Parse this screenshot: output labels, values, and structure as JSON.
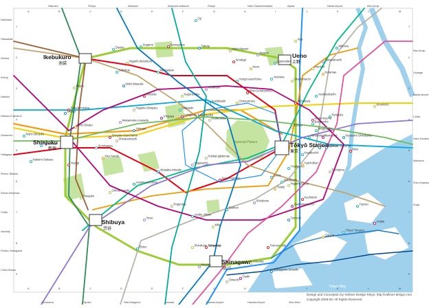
{
  "colors": {
    "yamanote": "#9acd32",
    "chuo": "#f39c12",
    "sobu": "#f5d000",
    "keihin": "#1e90ff",
    "saikyo": "#2e8b57",
    "marunouchi": "#e60012",
    "ginza": "#f39800",
    "hibiya": "#b5b5ac",
    "tozai": "#00a7db",
    "chiyoda": "#00bb85",
    "yurakucho": "#c1a470",
    "hanzomon": "#8f76d6",
    "namboku": "#00ac9b",
    "fukutoshin": "#9c5e31",
    "oedo": "#b6007a",
    "asakusa": "#e85298",
    "mita": "#0079c2",
    "shinjuku": "#6cbb5a",
    "water": "#9fd0ec",
    "park": "#c5e3a1"
  },
  "hubs": {
    "ikebukuro": {
      "en": "Ikebukuro",
      "jp": "池袋"
    },
    "ueno": {
      "en": "Ueno",
      "jp": "上野"
    },
    "shinjuku": {
      "en": "Shinjuku",
      "jp": "新宿"
    },
    "tokyo": {
      "en": "Tōkyō Station",
      "jp": "東京"
    },
    "shibuya": {
      "en": "Shibuya",
      "jp": "渋谷"
    },
    "shinagawa": {
      "en": "Shinagawa",
      "jp": "品川"
    }
  },
  "areas": {
    "imperial_palace": "Imperial Palace",
    "tokyo_bay": "Tokyo Bay"
  },
  "grid": {
    "columns": [
      "A",
      "B",
      "C",
      "D",
      "E",
      "F",
      "G",
      "H",
      "I",
      "J",
      "K",
      "L",
      "M"
    ],
    "rows": [
      "1",
      "2",
      "3",
      "4",
      "5",
      "6",
      "7",
      "8",
      "9"
    ]
  },
  "stations": [
    {
      "name": "Mejiro"
    },
    {
      "name": "Takadanobaba"
    },
    {
      "name": "Shin-Ōkubo"
    },
    {
      "name": "Ōtsuka"
    },
    {
      "name": "Sugamo"
    },
    {
      "name": "Komagome"
    },
    {
      "name": "Tabata"
    },
    {
      "name": "Nishi-Nippori"
    },
    {
      "name": "Nippori"
    },
    {
      "name": "Uguisudani"
    },
    {
      "name": "Okachimachi"
    },
    {
      "name": "Akihabara"
    },
    {
      "name": "Kanda"
    },
    {
      "name": "Yūrakuchō"
    },
    {
      "name": "Shimbashi"
    },
    {
      "name": "Hamamatsuchō"
    },
    {
      "name": "Tamachi"
    },
    {
      "name": "Gotanda"
    },
    {
      "name": "Meguro"
    },
    {
      "name": "Ebisu"
    },
    {
      "name": "Harajuku"
    },
    {
      "name": "Yoyogi"
    },
    {
      "name": "Ochanomizu"
    },
    {
      "name": "Suidōbashi"
    },
    {
      "name": "Iidabashi"
    },
    {
      "name": "Ichigaya"
    },
    {
      "name": "Yotsuya"
    },
    {
      "name": "Shinanomachi"
    },
    {
      "name": "Sendagaya"
    },
    {
      "name": "Ryōgoku"
    },
    {
      "name": "Kinshichō"
    },
    {
      "name": "Kiba"
    },
    {
      "name": "Tsukiji"
    },
    {
      "name": "Ginza"
    },
    {
      "name": "Nihombashi"
    },
    {
      "name": "Kasumigaseki"
    },
    {
      "name": "Akasaka-mitsuke"
    },
    {
      "name": "Roppongi"
    },
    {
      "name": "Hiroo"
    },
    {
      "name": "Azabu-Jūban"
    },
    {
      "name": "Shirokane-Takanawa"
    },
    {
      "name": "Tennozu Isle"
    },
    {
      "name": "Odaiba"
    },
    {
      "name": "Tōkyō Teleport"
    },
    {
      "name": "Toyosu"
    },
    {
      "name": "Ariake"
    },
    {
      "name": "Monzen-Nakachō"
    },
    {
      "name": "Kudanshita"
    },
    {
      "name": "Kōrakuen"
    },
    {
      "name": "Hongō-sanchōme"
    },
    {
      "name": "Kagurazaka"
    },
    {
      "name": "Waseda"
    },
    {
      "name": "Higashi-Ikebukuro"
    },
    {
      "name": "Gokokuji"
    },
    {
      "name": "Myōgadani"
    },
    {
      "name": "Ushigome-Kagurazaka"
    },
    {
      "name": "Nishi-Waseda"
    },
    {
      "name": "Kokkai-gijidomae"
    },
    {
      "name": "Nagatachō"
    },
    {
      "name": "Aoyama-itchōme"
    },
    {
      "name": "Omote-sandō"
    },
    {
      "name": "Shin-Ochanomizu"
    },
    {
      "name": "Kuramae"
    },
    {
      "name": "Asakusabashi"
    },
    {
      "name": "Bakurochō"
    },
    {
      "name": "Hamachō"
    },
    {
      "name": "Kiyosumi-Shirakawa"
    },
    {
      "name": "Etchūjima"
    },
    {
      "name": "Shiodome"
    },
    {
      "name": "Daimon"
    },
    {
      "name": "Mita"
    },
    {
      "name": "Sengakuji"
    },
    {
      "name": "Kita-Sando"
    },
    {
      "name": "Tochōmae"
    },
    {
      "name": "Nishi-Shinjuku"
    },
    {
      "name": "Shinjuku-Sanchōme"
    },
    {
      "name": "Ōkubo"
    },
    {
      "name": "Higashi-Shinjuku"
    },
    {
      "name": "Wakamatsu-Kawada"
    },
    {
      "name": "Nakano-Sakaue"
    },
    {
      "name": "Higashi-Ginza"
    },
    {
      "name": "Kachidoki"
    },
    {
      "name": "Hatchōbori"
    },
    {
      "name": "Kayabachō"
    },
    {
      "name": "Ningyōchō"
    },
    {
      "name": "Kodenmachō"
    },
    {
      "name": "Suitengūmae"
    },
    {
      "name": "Inarichō"
    },
    {
      "name": "Tawaramachi"
    },
    {
      "name": "Minowa"
    },
    {
      "name": "Iriya"
    },
    {
      "name": "Sendagi"
    },
    {
      "name": "Nezu"
    },
    {
      "name": "Yushima"
    },
    {
      "name": "Ōji"
    },
    {
      "name": "Ōsaki"
    },
    {
      "name": "Shinagawa Seaside"
    },
    {
      "name": "Ōimachi"
    }
  ],
  "edge_labels": {
    "top": [
      "Wakoshi",
      "Ōmiya",
      "Akabane",
      "Akabane-iwabuchi",
      "Ōmiya",
      "Nishi-Takashimadaira",
      "Ayase",
      "Narita Airport",
      "Kita-Senju"
    ],
    "bottom": [
      "Yokohama",
      "Hiyoshi",
      "Nishi-Magome",
      "Kamata",
      "Haneda Airport",
      "Haneda Airport",
      "Shin-Kiba"
    ],
    "left": [
      "Narimasu",
      "Hikawadai",
      "Nerima",
      "Kōenji",
      "Nakano",
      "Nakano-Fujimichō",
      "Honancho",
      "Hatagaya",
      "Shimo-Takaido",
      "Shimo-Kitazawa",
      "Chōfu",
      "Hachiōji",
      "Futako-Tamagawa",
      "Chūō-Rinkan"
    ],
    "right": [
      "Kita-Senju",
      "Oshiage",
      "Narita Airport",
      "Chiba",
      "Nishi-Funabashi",
      "Maihama",
      "Shin-Urayasu",
      "Soga"
    ]
  },
  "credits": {
    "line1": "Design and Conception by Vollmer Design Tokyo: http://vollmer-design.com",
    "line2": "Copyright 2008-09. All Rights Reserved"
  }
}
